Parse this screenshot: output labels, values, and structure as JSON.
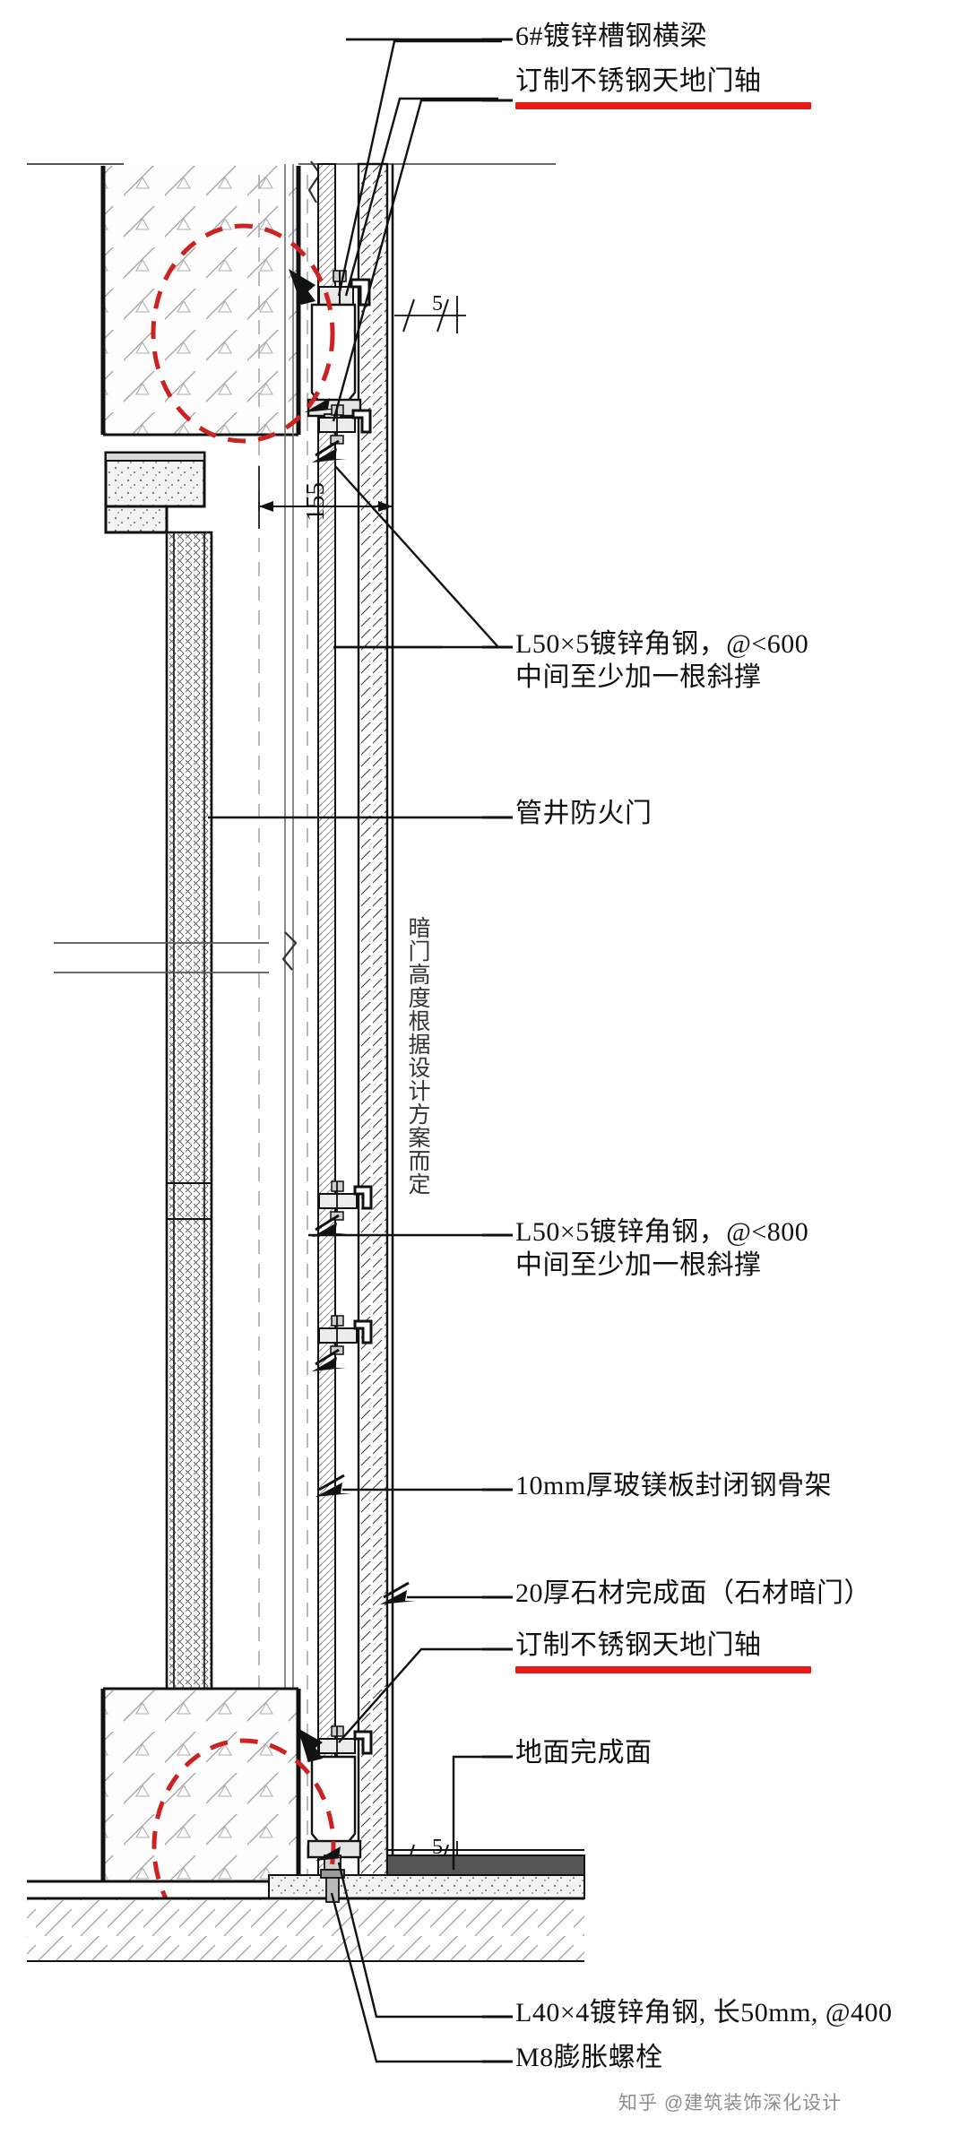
{
  "drawing": {
    "type": "architectural-section-detail",
    "title_hidden": true,
    "background": "#ffffff",
    "accent_red": "#e8201b",
    "line_color": "#1a1a1a"
  },
  "annotations": {
    "top_beam": "6#镀锌槽钢横梁",
    "top_pivot": "订制不锈钢天地门轴",
    "angle_600": "L50×5镀锌角钢，@<600\n中间至少加一根斜撑",
    "fire_door": "管井防火门",
    "angle_800": "L50×5镀锌角钢，@<800\n中间至少加一根斜撑",
    "mgo_board": "10mm厚玻镁板封闭钢骨架",
    "stone_finish": "20厚石材完成面（石材暗门）",
    "bottom_pivot": "订制不锈钢天地门轴",
    "floor_finish": "地面完成面",
    "angle_l40": "L40×4镀锌角钢, 长50mm, @400",
    "anchor_bolt": "M8膨胀螺栓"
  },
  "dimensions": {
    "overall_155": "155",
    "gap_top": "5",
    "gap_bottom": "5"
  },
  "vertical_note": {
    "door_height": "暗门高度根据设计方案而定"
  },
  "watermark": {
    "text": "知乎 @建筑装饰深化设计"
  },
  "callout_highlights": [
    {
      "target": "top_pivot",
      "color": "#e8201b"
    },
    {
      "target": "bottom_pivot",
      "color": "#e8201b"
    }
  ],
  "detail_circles": [
    {
      "name": "top-detail-circle",
      "color": "#cc2222",
      "style": "dashed"
    },
    {
      "name": "bottom-detail-circle",
      "color": "#cc2222",
      "style": "dashed"
    }
  ]
}
